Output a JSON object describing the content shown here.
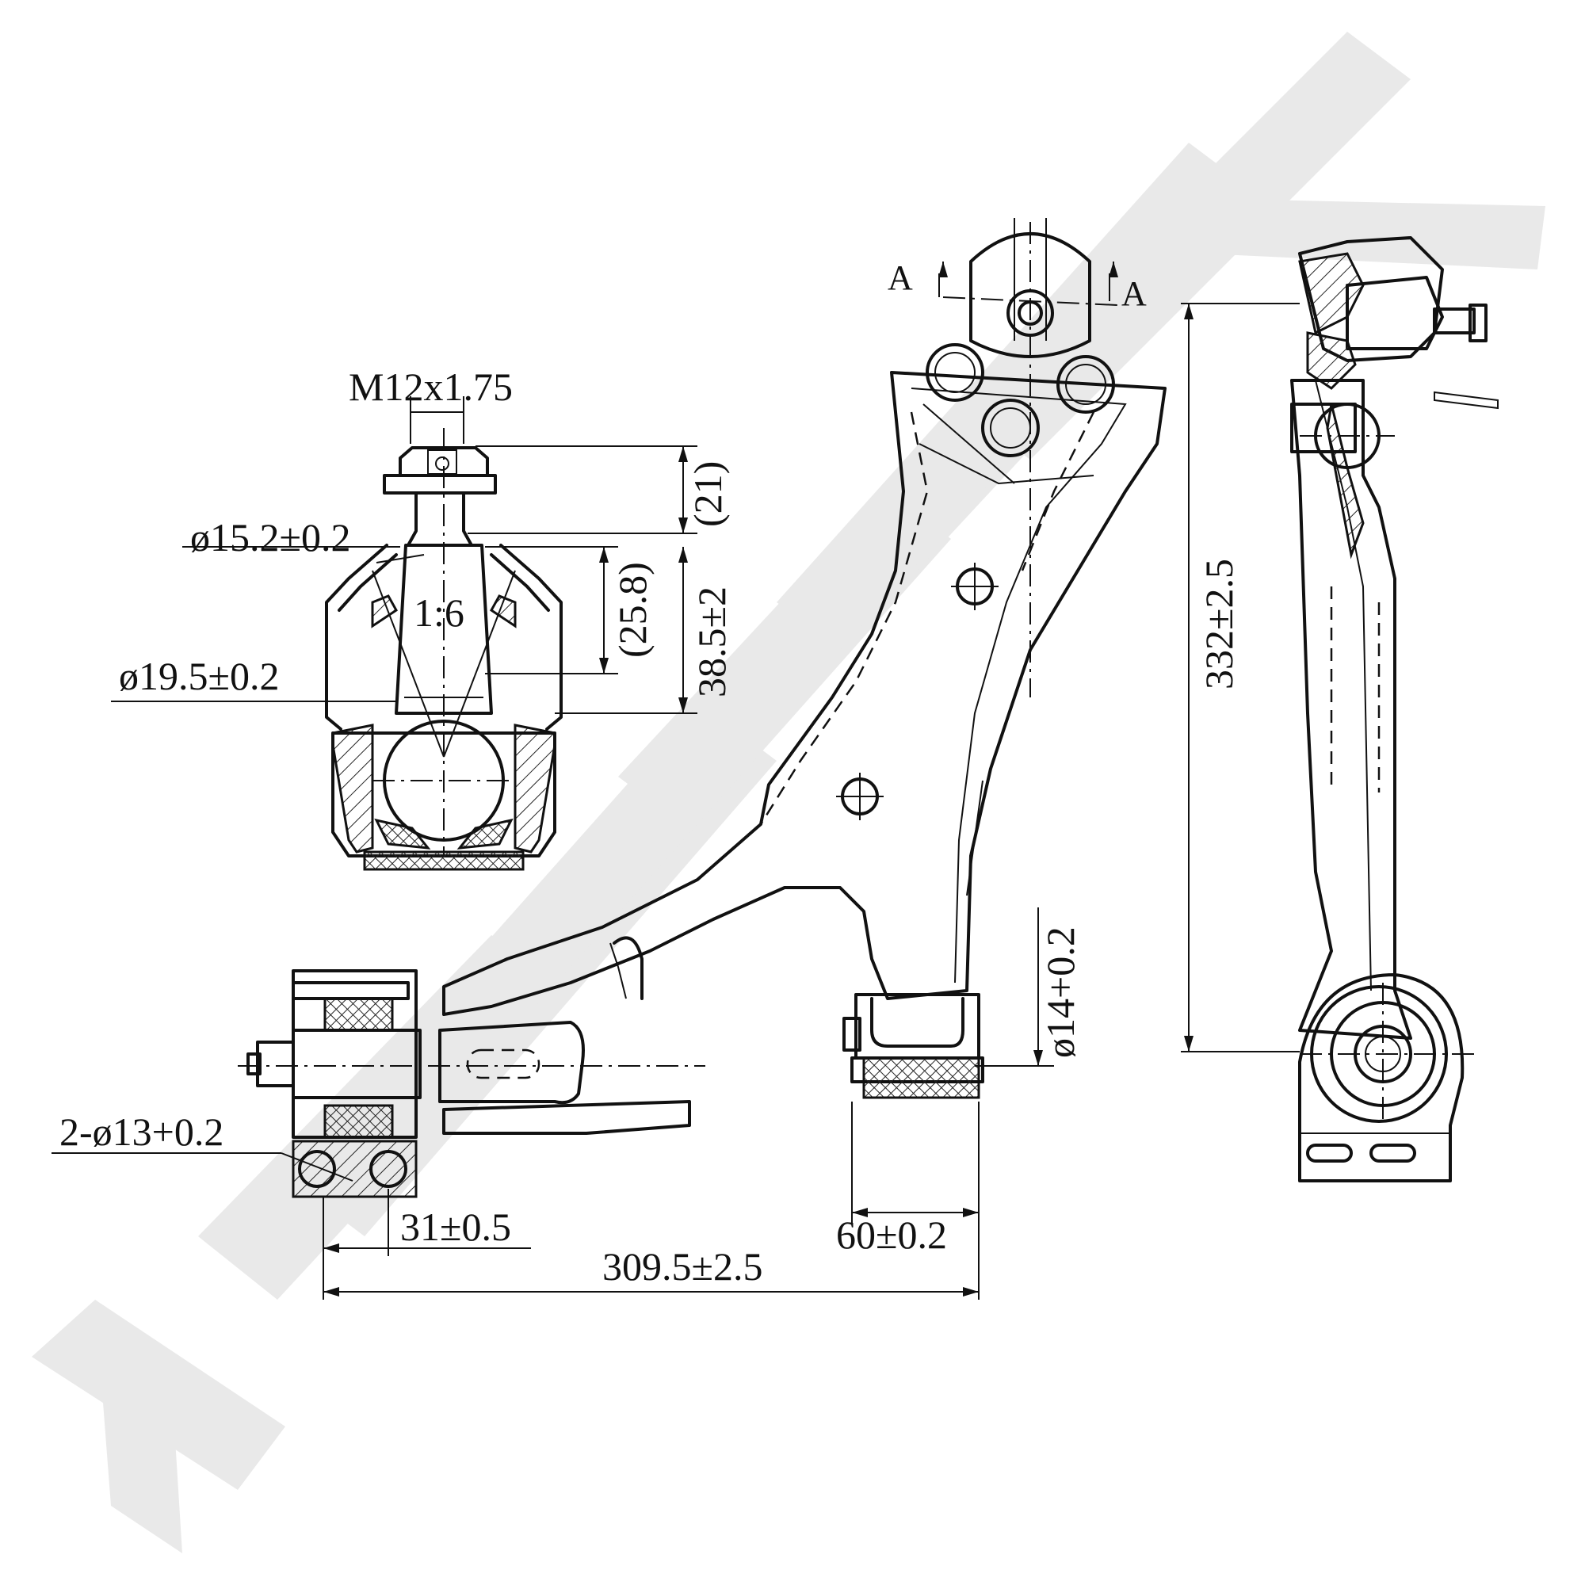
{
  "watermark": {
    "color": "#e6e6e6"
  },
  "labels": {
    "thread": "M12x1.75",
    "dim_21": "(21)",
    "taper": "1:6",
    "dia_15_2": "ø15.2±0.2",
    "dia_19_5": "ø19.5±0.2",
    "dim_25_8": "(25.8)",
    "dim_38_5": "38.5±2",
    "section_left": "A",
    "section_right": "A",
    "dim_332": "332±2.5",
    "dia_14": "ø14+0.2",
    "holes": "2-ø13+0.2",
    "dim_31": "31±0.5",
    "dim_60": "60±0.2",
    "dim_309_5": "309.5±2.5"
  },
  "colors": {
    "line": "#111111",
    "background": "#ffffff"
  }
}
